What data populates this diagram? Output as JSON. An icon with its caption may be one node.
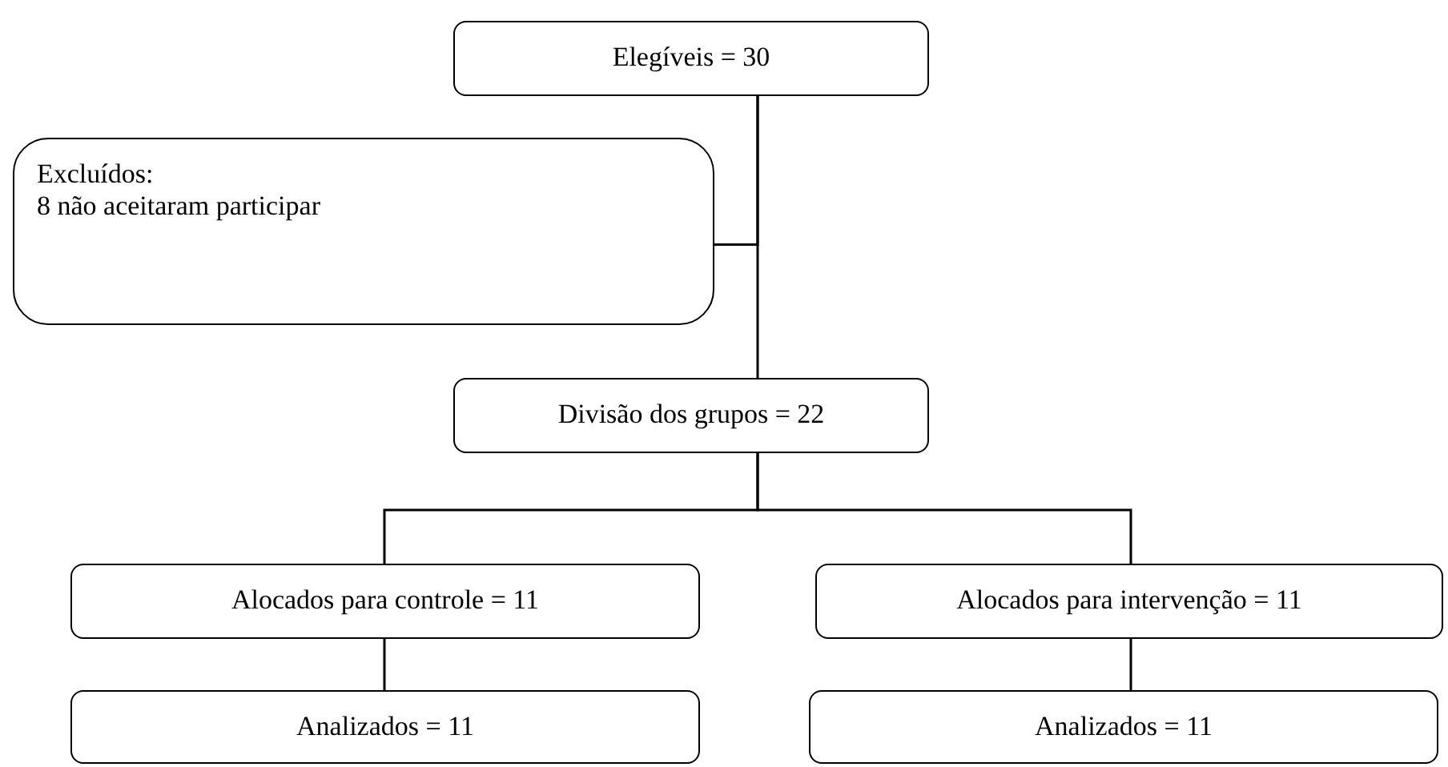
{
  "diagram": {
    "nodes": [
      {
        "text": [
          "Elegíveis = 30"
        ]
      },
      {
        "text": [
          "Excluídos:",
          "8 não aceitaram participar"
        ]
      },
      {
        "text": [
          "Divisão dos grupos = 22"
        ]
      },
      {
        "text": [
          "Alocados para controle = 11"
        ]
      },
      {
        "text": [
          "Alocados para intervenção = 11"
        ]
      },
      {
        "text": [
          "Analizados = 11"
        ]
      },
      {
        "text": [
          "Analizados = 11"
        ]
      }
    ],
    "edges": [
      {
        "from": 0,
        "to": 2,
        "arrow": "none"
      },
      {
        "from": 0,
        "to": 1,
        "arrow": "none"
      },
      {
        "from": 2,
        "to": 3,
        "arrow": "none"
      },
      {
        "from": 2,
        "to": 4,
        "arrow": "none"
      },
      {
        "from": 3,
        "to": 5,
        "arrow": "none"
      },
      {
        "from": 4,
        "to": 6,
        "arrow": "none"
      }
    ]
  }
}
